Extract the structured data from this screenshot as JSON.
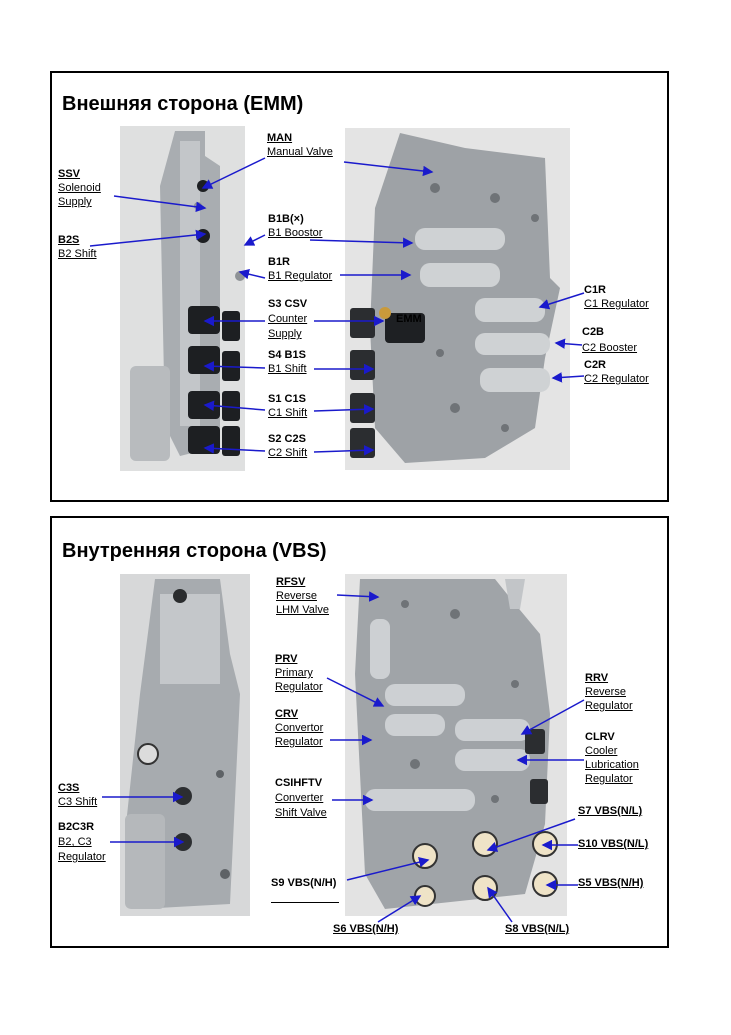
{
  "panels": [
    {
      "title": "Внешняя сторона (EMM)",
      "labels": {
        "man": {
          "code": "MAN",
          "name": [
            "Manual Valve"
          ]
        },
        "ssv": {
          "code": "SSV",
          "name": [
            "Solenoid",
            "Supply"
          ]
        },
        "b1b": {
          "code": "B1B(×)",
          "name": [
            "B1 Boostor"
          ]
        },
        "b2s": {
          "code": "B2S",
          "name": [
            "B2 Shift"
          ]
        },
        "b1r": {
          "code": "B1R",
          "name": [
            "B1 Regulator"
          ]
        },
        "s3csv": {
          "code": "S3 CSV",
          "name": [
            "Counter",
            "Supply"
          ]
        },
        "emm": {
          "code": "EMM",
          "name": []
        },
        "s4b1s": {
          "code": "S4 B1S",
          "name": [
            "B1 Shift"
          ]
        },
        "s1c1s": {
          "code": "S1 C1S",
          "name": [
            "C1 Shift"
          ]
        },
        "s2c2s": {
          "code": "S2 C2S",
          "name": [
            "C2 Shift"
          ]
        },
        "c1r": {
          "code": "C1R",
          "name": [
            "C1 Regulator"
          ]
        },
        "c2b": {
          "code": "C2B",
          "name": [
            "C2 Booster"
          ]
        },
        "c2r": {
          "code": "C2R",
          "name": [
            "C2 Regulator"
          ]
        }
      }
    },
    {
      "title": "Внутренняя сторона (VBS)",
      "labels": {
        "rfsv": {
          "code": "RFSV",
          "name": [
            "Reverse",
            "LHM Valve"
          ]
        },
        "prv": {
          "code": "PRV",
          "name": [
            "Primary",
            "Regulator"
          ]
        },
        "crv": {
          "code": "CRV",
          "name": [
            "Convertor",
            "Regulator"
          ]
        },
        "csihftv": {
          "code": "CSIHFTV",
          "name": [
            "Converter",
            "Shift Valve"
          ]
        },
        "c3s": {
          "code": "C3S",
          "name": [
            "C3 Shift"
          ]
        },
        "b2c3r": {
          "code": "B2C3R",
          "name": [
            "B2, C3",
            "Regulator"
          ]
        },
        "s9": {
          "code": "",
          "name": [
            "S9 VBS(N/H)"
          ]
        },
        "s6": {
          "code": "",
          "name": [
            "S6 VBS(N/H)"
          ]
        },
        "s8": {
          "code": "",
          "name": [
            "S8 VBS(N/L)"
          ]
        },
        "rrv": {
          "code": "RRV",
          "name": [
            "Reverse",
            "Regulator"
          ]
        },
        "clrv": {
          "code": "CLRV",
          "name": [
            "Cooler",
            "Lubrication",
            "Regulator"
          ]
        },
        "s7": {
          "code": "",
          "name": [
            "S7 VBS(N/L)"
          ]
        },
        "s10": {
          "code": "",
          "name": [
            "S10 VBS(N/L)"
          ]
        },
        "s5": {
          "code": "",
          "name": [
            "S5 VBS(N/H)"
          ]
        }
      }
    }
  ],
  "colors": {
    "arrow": "#1a1acc",
    "frame": "#000000"
  }
}
